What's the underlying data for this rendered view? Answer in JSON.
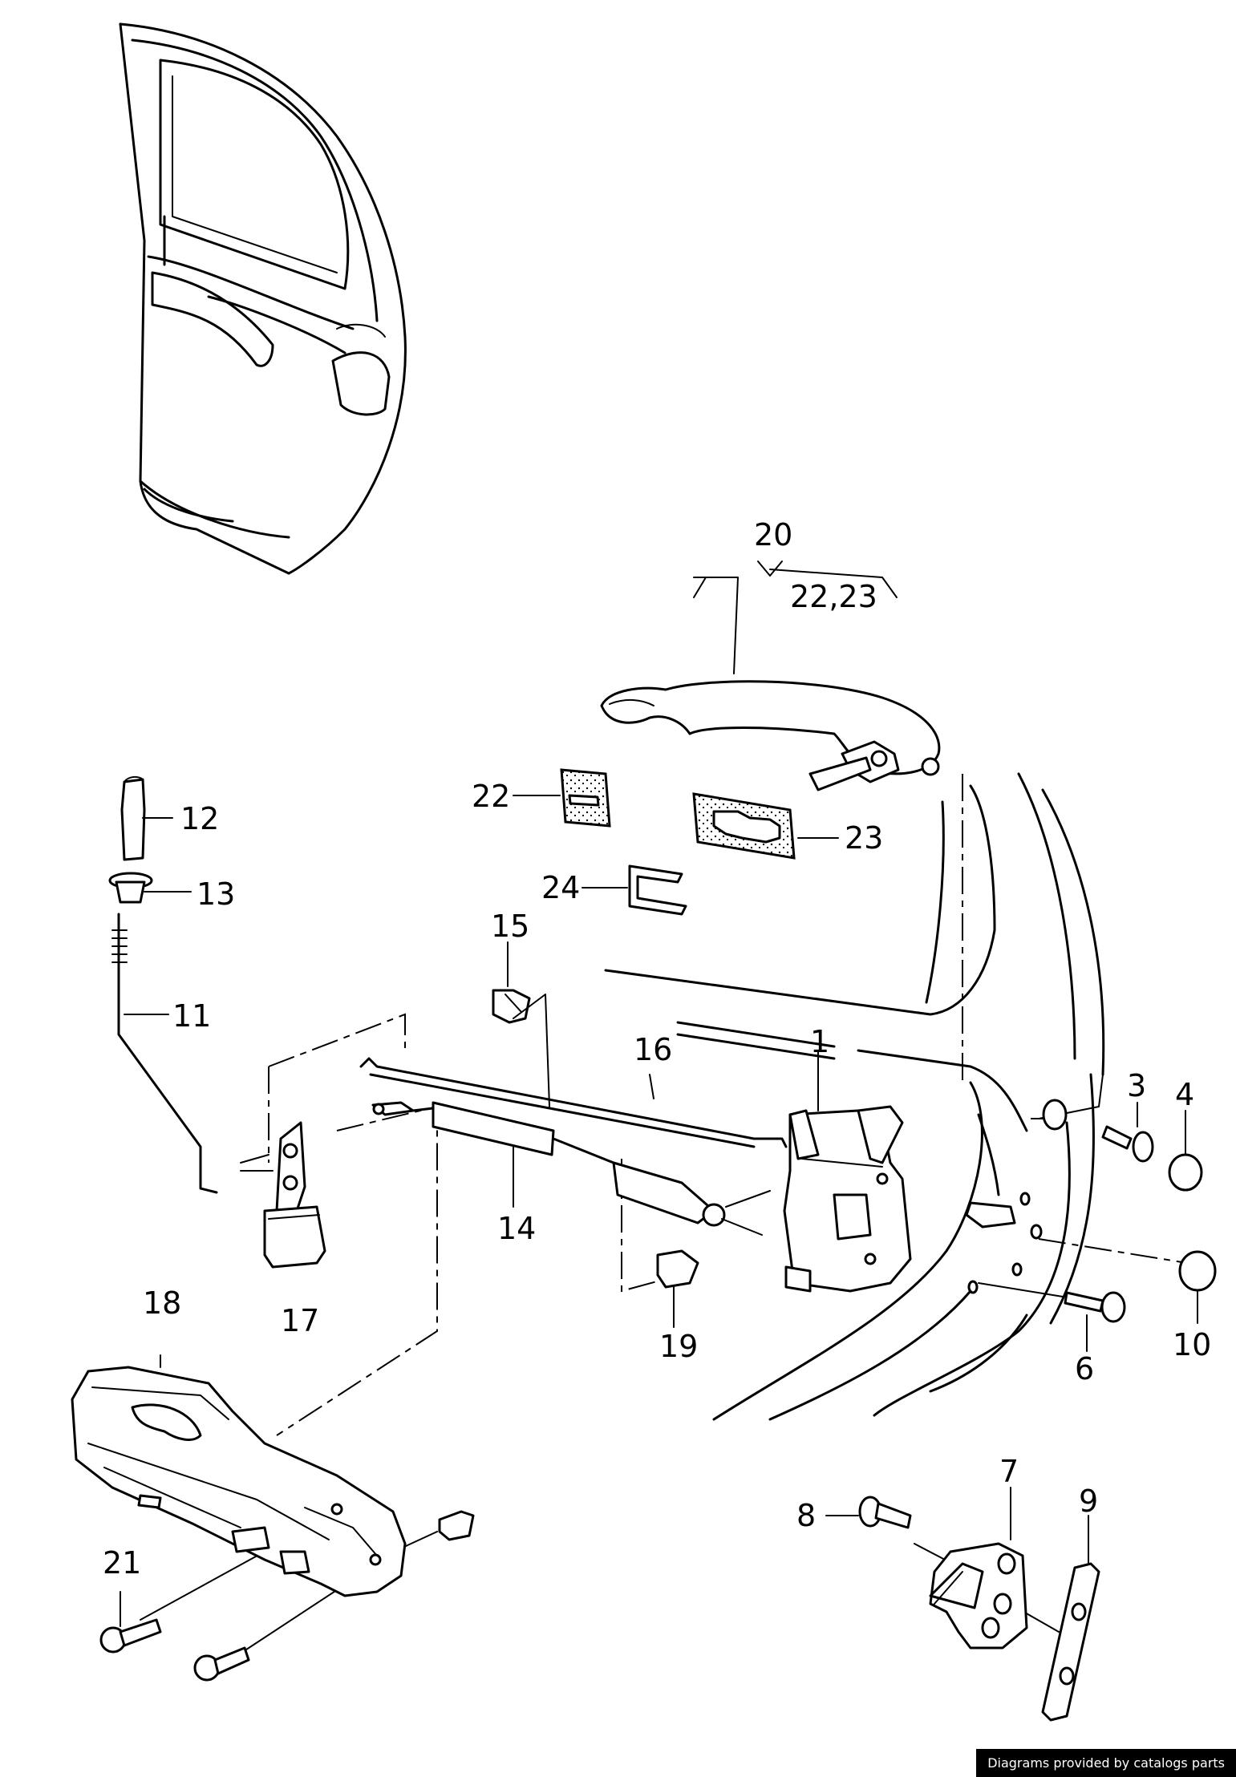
{
  "callouts": {
    "c1": "1",
    "c3": "3",
    "c4": "4",
    "c6": "6",
    "c7": "7",
    "c8": "8",
    "c9": "9",
    "c10": "10",
    "c11": "11",
    "c12": "12",
    "c13": "13",
    "c14": "14",
    "c15": "15",
    "c16": "16",
    "c17": "17",
    "c18": "18",
    "c19": "19",
    "c20": "20",
    "c21": "21",
    "c22": "22",
    "c23": "23",
    "c24": "24",
    "c2223": "22,23"
  },
  "credit": "Diagrams provided by catalogs parts"
}
